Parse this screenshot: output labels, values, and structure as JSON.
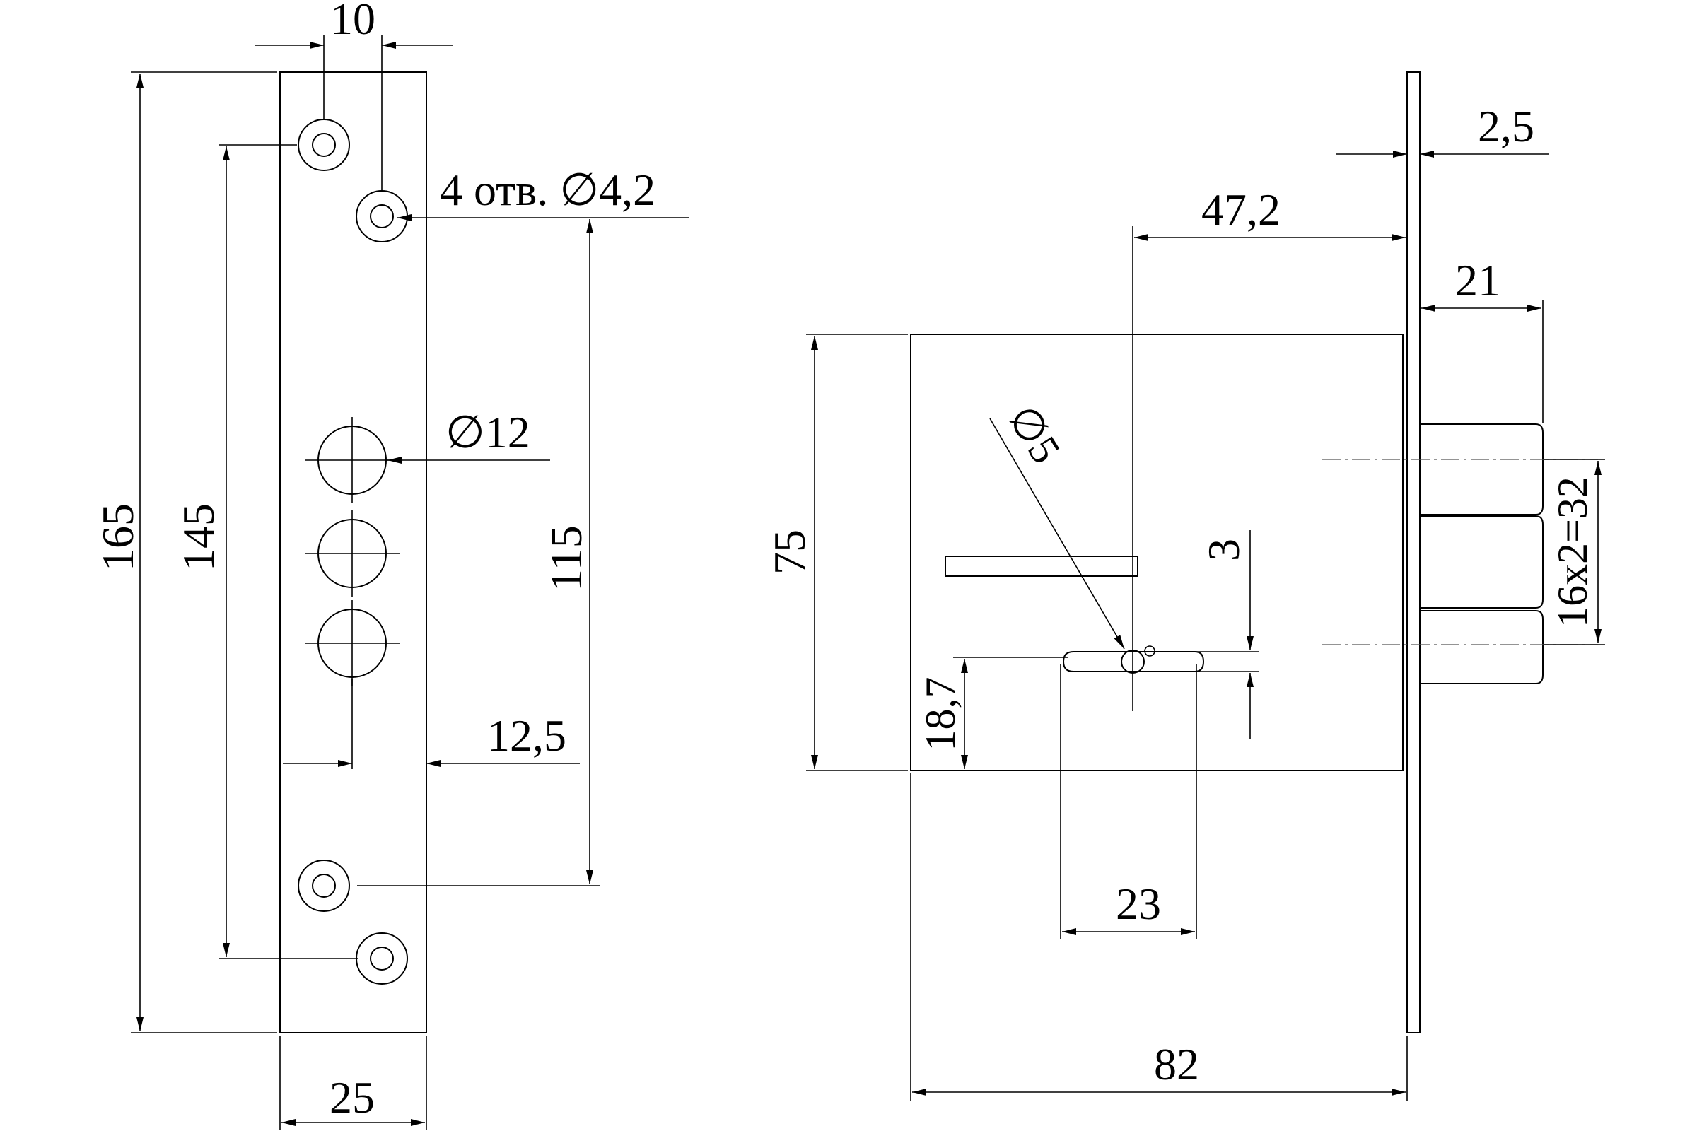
{
  "front_view": {
    "width_label": "25",
    "height_label": "165",
    "mount_hole_spacing_label": "145",
    "top_offset_label": "10",
    "hole_spec_label": "4 отв. ∅4,2",
    "hole_spacing_label": "115",
    "bolt_diameter_label": "∅12",
    "bolt_center_offset_label": "12,5"
  },
  "side_view": {
    "faceplate_thickness_label": "2,5",
    "keyhole_backset_label": "47,2",
    "bolt_throw_label": "21",
    "body_height_label": "75",
    "spindle_diameter_label": "∅5",
    "slot_width_label": "3",
    "keyhole_height_label": "18,7",
    "keyhole_width_label": "23",
    "bolt_spacing_label": "16x2=32",
    "body_depth_label": "82"
  }
}
